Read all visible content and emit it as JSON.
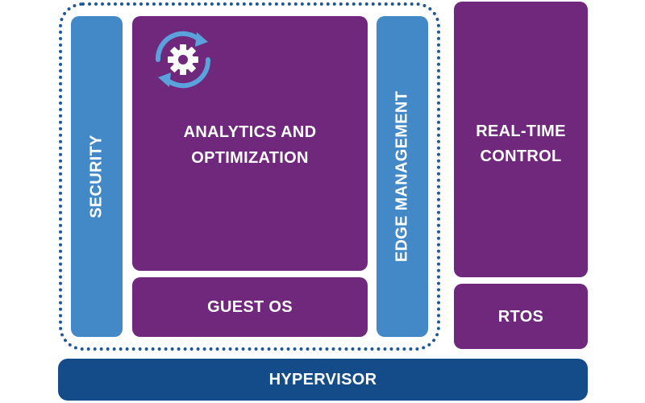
{
  "blocks": {
    "security": "SECURITY",
    "analytics_line1": "ANALYTICS AND",
    "analytics_line2": "OPTIMIZATION",
    "guest_os": "GUEST OS",
    "edge_management": "EDGE MANAGEMENT",
    "real_time_line1": "REAL-TIME",
    "real_time_line2": "CONTROL",
    "rtos": "RTOS",
    "hypervisor": "HYPERVISOR"
  },
  "icons": {
    "analytics": "gear-refresh-icon"
  },
  "colors": {
    "purple": "#70287c",
    "light_blue": "#4389c7",
    "navy": "#144c8a",
    "dotted_border": "#1f5797"
  }
}
